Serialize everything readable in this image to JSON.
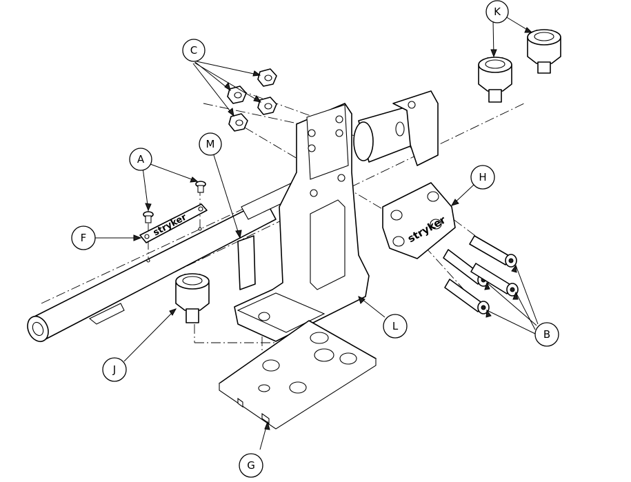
{
  "callouts": {
    "A": "A",
    "B": "B",
    "C": "C",
    "F": "F",
    "G": "G",
    "H": "H",
    "J": "J",
    "K": "K",
    "L": "L",
    "M": "M"
  },
  "logo": {
    "plate": "stryker",
    "clamp": "stryker"
  }
}
